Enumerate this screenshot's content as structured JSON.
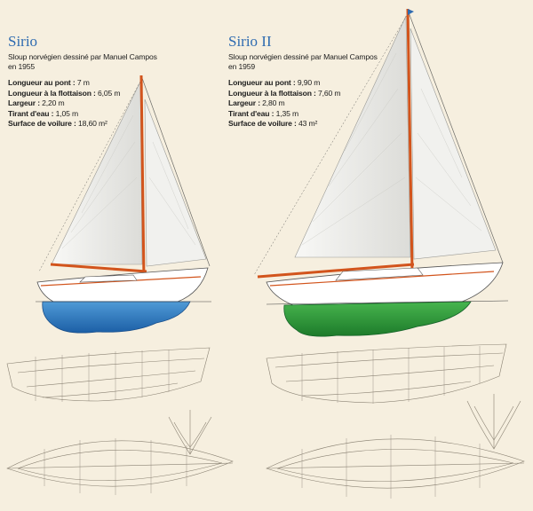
{
  "boats": [
    {
      "name": "Sirio",
      "description_line1": "Sloup norvégien dessiné par Manuel Campos",
      "description_line2": "en 1955",
      "specs": [
        {
          "label": "Longueur au pont",
          "value": "7 m"
        },
        {
          "label": "Longueur à la flottaison",
          "value": "6,05 m"
        },
        {
          "label": "Largeur",
          "value": "2,20 m"
        },
        {
          "label": "Tirant d'eau",
          "value": "1,05 m"
        },
        {
          "label": "Surface de voilure",
          "value": "18,60 m²"
        }
      ],
      "hull_color": "#2f7fc4"
    },
    {
      "name": "Sirio II",
      "description_line1": "Sloup norvégien dessiné par Manuel Campos",
      "description_line2": "en 1959",
      "specs": [
        {
          "label": "Longueur au pont",
          "value": "9,90 m"
        },
        {
          "label": "Longueur à la flottaison",
          "value": "7,60 m"
        },
        {
          "label": "Largeur",
          "value": "2,80 m"
        },
        {
          "label": "Tirant d'eau",
          "value": "1,35 m"
        },
        {
          "label": "Surface de voilure",
          "value": "43 m²"
        }
      ],
      "hull_color": "#2e9c3a"
    }
  ],
  "colors": {
    "background": "#f6efdf",
    "title": "#2e6bb0",
    "spar": "#d2541c",
    "sail": "#f4f4f0",
    "line_plan": "#8a8273"
  }
}
